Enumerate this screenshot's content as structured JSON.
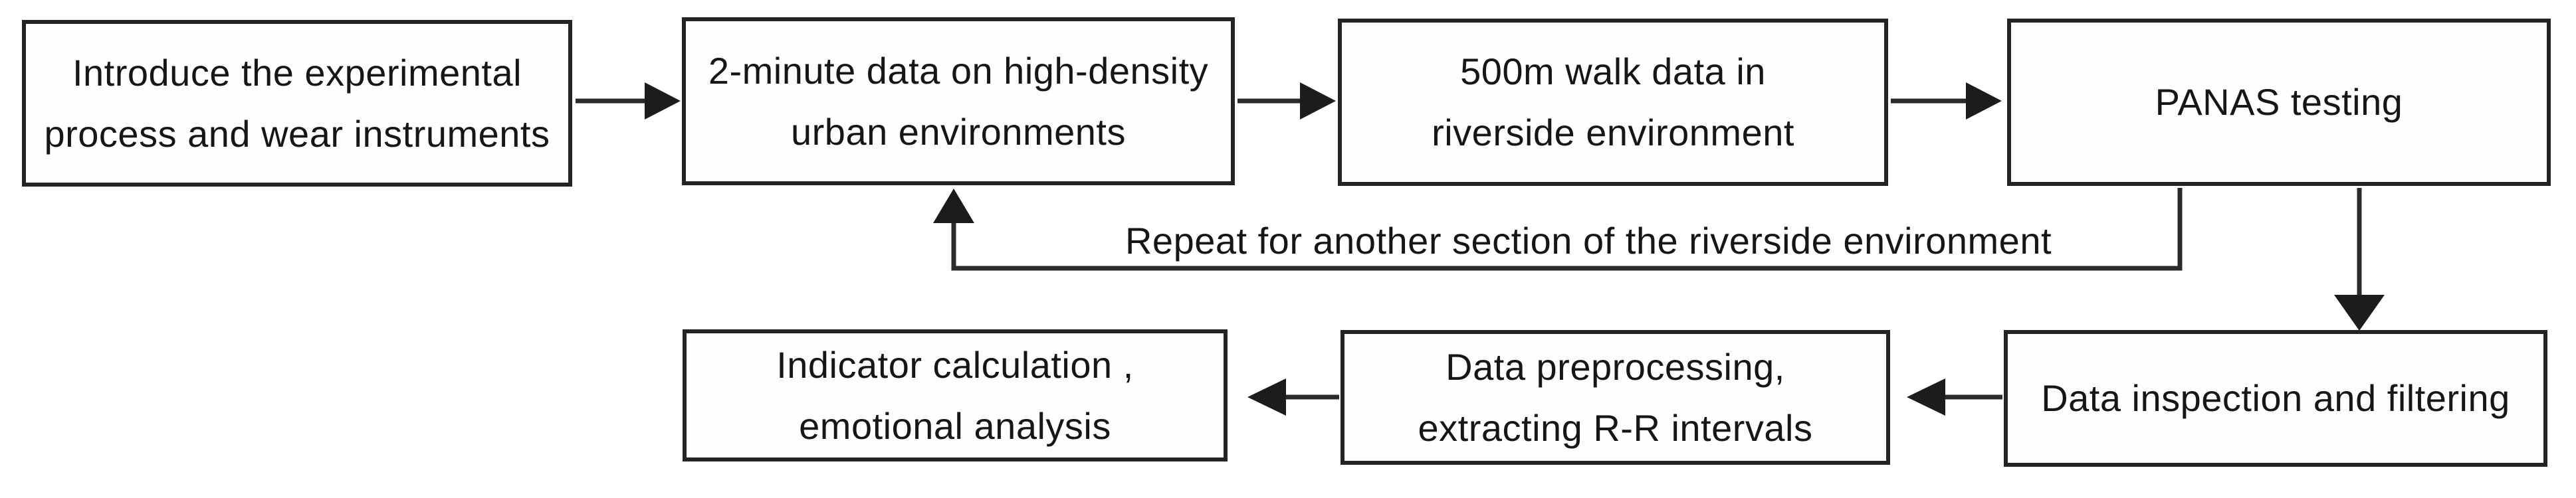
{
  "diagram": {
    "type": "flowchart",
    "background_color": "#ffffff",
    "line_color": "#2b2b2b",
    "box_border_color": "#242424",
    "text_color": "#161616",
    "boxes": [
      {
        "id": "introduce",
        "lines": [
          "Introduce the experimental",
          "process and wear instruments"
        ]
      },
      {
        "id": "urban",
        "lines": [
          "2-minute data on high-density",
          "urban environments"
        ]
      },
      {
        "id": "riverside",
        "lines": [
          "500m walk data in",
          "riverside environment"
        ]
      },
      {
        "id": "panas",
        "lines": [
          "PANAS testing"
        ]
      },
      {
        "id": "indicator",
        "lines": [
          "Indicator calculation ,",
          "emotional analysis"
        ]
      },
      {
        "id": "preprocessing",
        "lines": [
          "Data preprocessing,",
          "extracting R-R intervals"
        ]
      },
      {
        "id": "inspection",
        "lines": [
          "Data inspection and filtering"
        ]
      }
    ],
    "loop_label": "Repeat for another section of the riverside environment"
  }
}
